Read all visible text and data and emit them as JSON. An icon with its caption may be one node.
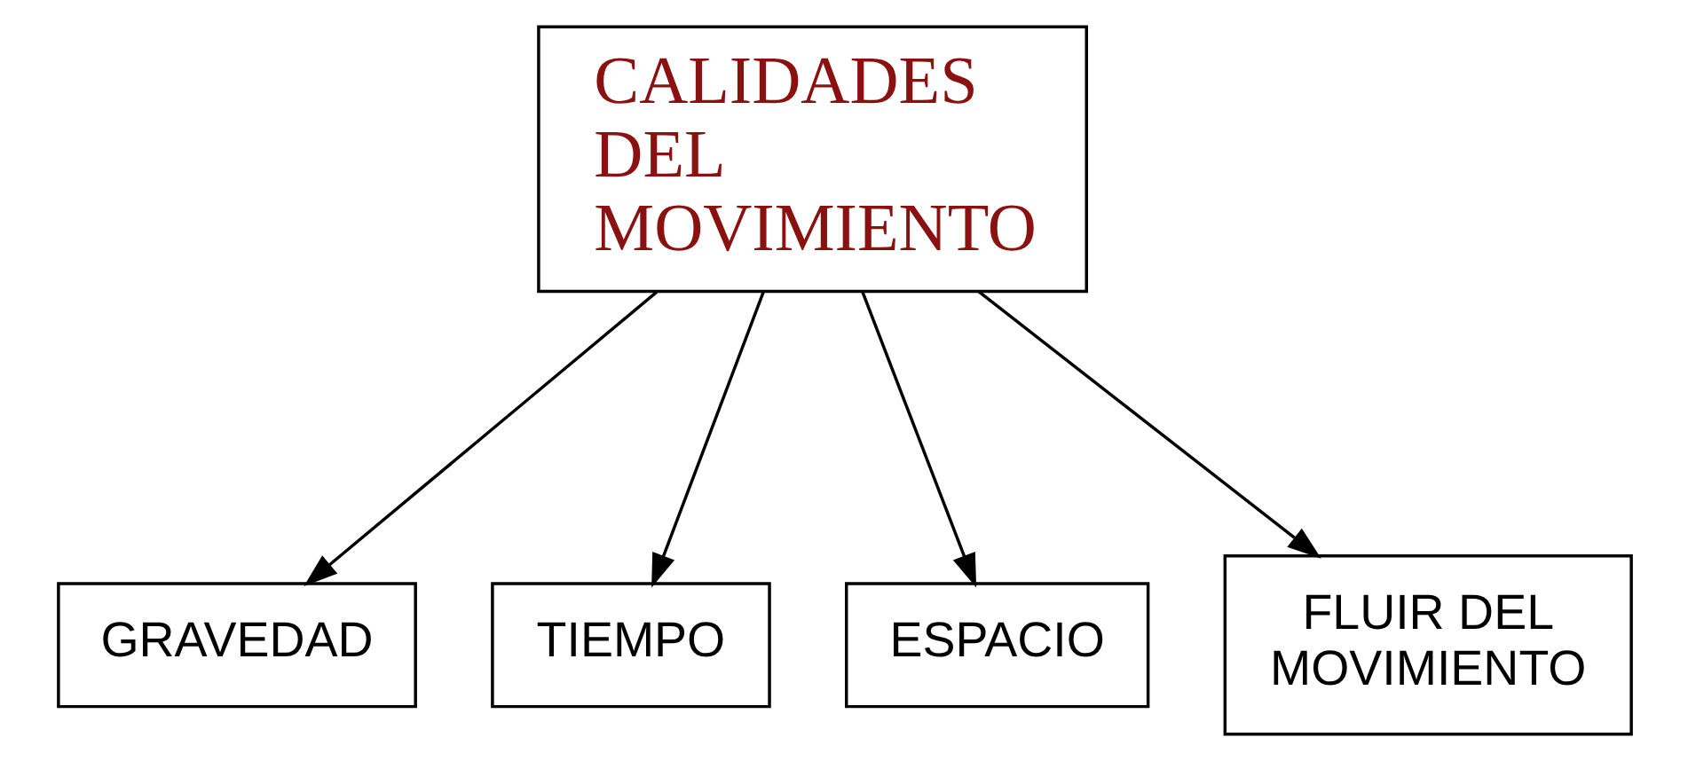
{
  "diagram": {
    "nodes": [
      {
        "text": [
          "CALIDADES DEL MOVIMIENTO"
        ]
      },
      {
        "text": [
          "GRAVEDAD"
        ]
      },
      {
        "text": [
          "TIEMPO"
        ]
      },
      {
        "text": [
          "ESPACIO"
        ]
      },
      {
        "text": [
          "FLUIR DEL MOVIMIENTO"
        ]
      }
    ],
    "edges": [
      {
        "from": 0,
        "to": 1,
        "arrow": "to"
      },
      {
        "from": 0,
        "to": 2,
        "arrow": "to"
      },
      {
        "from": 0,
        "to": 3,
        "arrow": "to"
      },
      {
        "from": 0,
        "to": 4,
        "arrow": "to"
      }
    ]
  }
}
